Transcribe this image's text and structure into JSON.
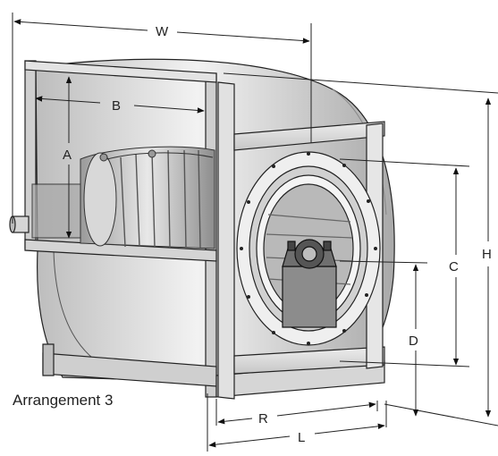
{
  "caption": "Arrangement 3",
  "dimensions": {
    "W": "W",
    "B": "B",
    "A": "A",
    "C": "C",
    "H": "H",
    "D": "D",
    "R": "R",
    "L": "L"
  },
  "colors": {
    "line": "#111111",
    "dimension_line": "#222222",
    "metal_light": "#d9d9d9",
    "metal_mid": "#b5b5b5",
    "metal_dark": "#7a7a7a",
    "housing": "#cfcfcf"
  }
}
